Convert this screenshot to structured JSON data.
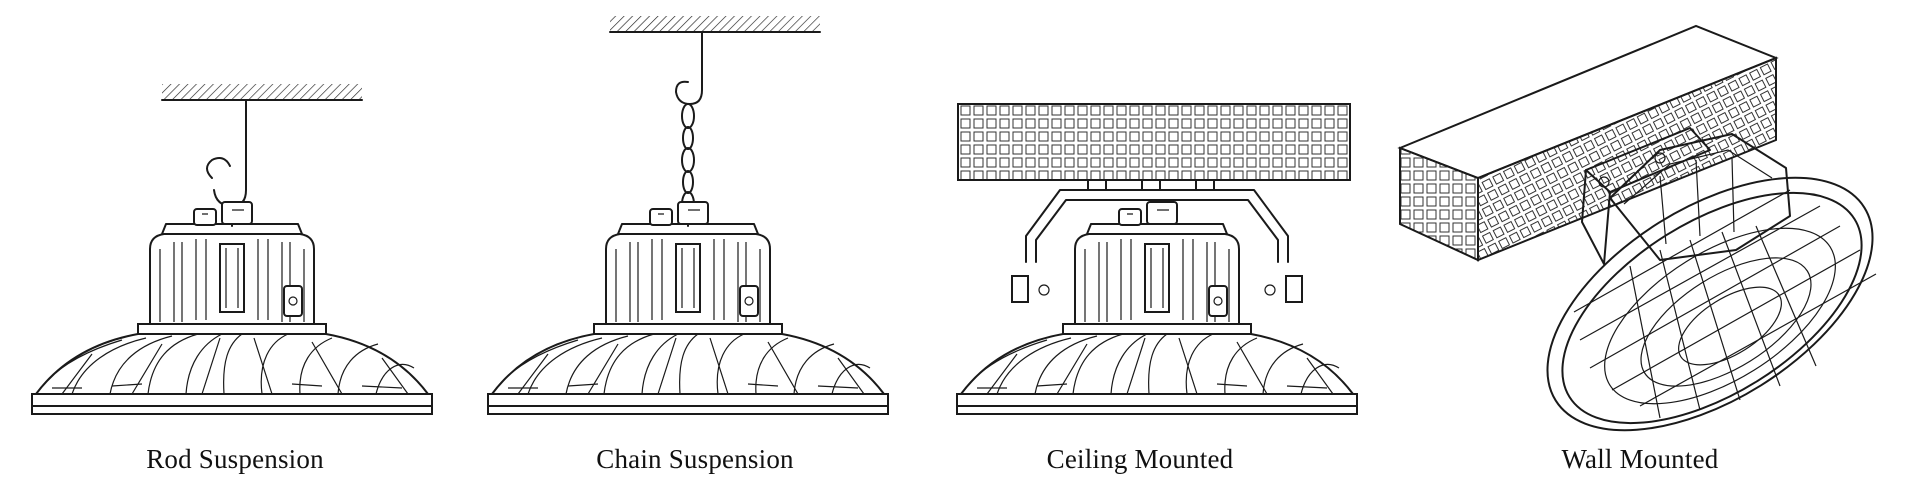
{
  "figure": {
    "panels": [
      {
        "caption": "Rod Suspension",
        "icon": "rod-suspension-lamp"
      },
      {
        "caption": "Chain Suspension",
        "icon": "chain-suspension-lamp"
      },
      {
        "caption": "Ceiling Mounted",
        "icon": "ceiling-mounted-lamp"
      },
      {
        "caption": "Wall Mounted",
        "icon": "wall-mounted-lamp"
      }
    ]
  }
}
